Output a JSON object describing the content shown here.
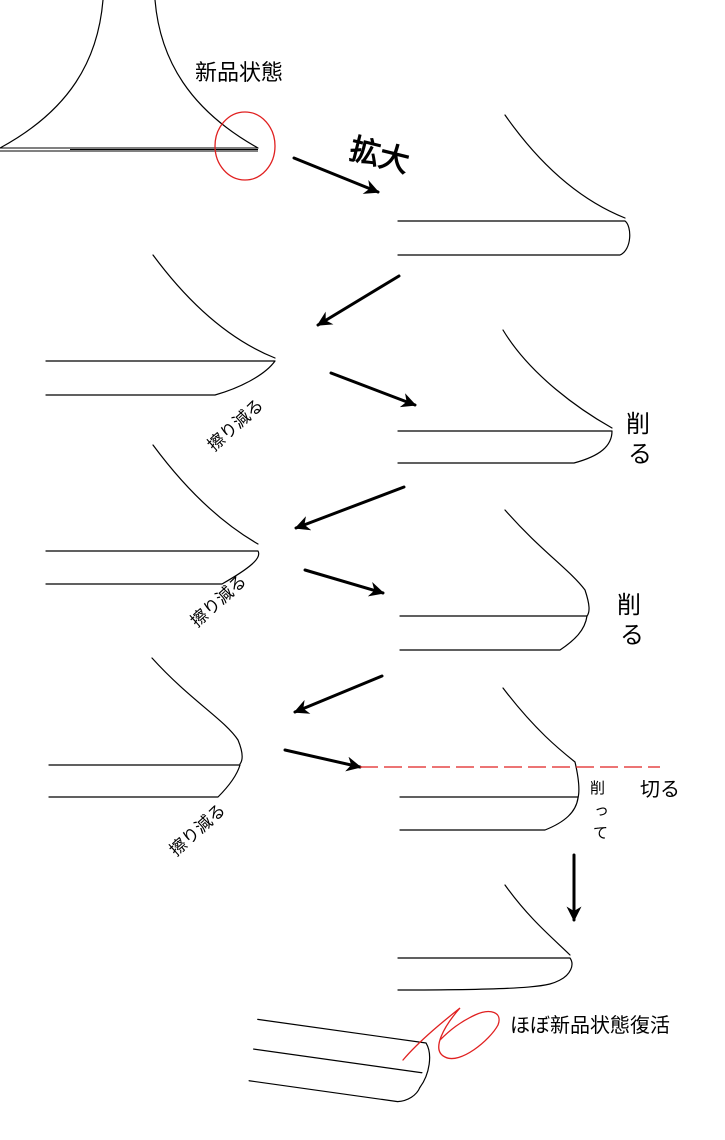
{
  "colors": {
    "ink": "#000000",
    "accent": "#e02020",
    "paper": "#ffffff"
  },
  "labels": {
    "new_state": "新品状態",
    "enlarge": "拡大",
    "rub_1": "擦り減る",
    "shave_1": "削る",
    "rub_2": "擦り減る",
    "shave_2": "削る",
    "rub_3": "擦り減る",
    "cut": "切る",
    "shave_vertical": "削って",
    "restored": "ほぼ新品状態復活"
  }
}
